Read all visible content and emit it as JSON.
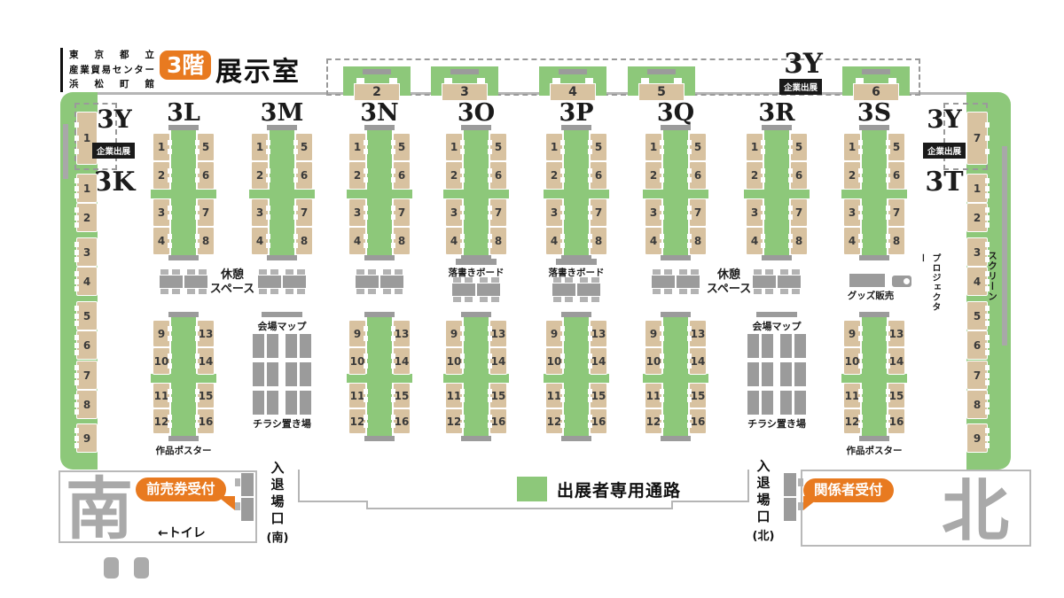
{
  "header": {
    "venue_lines": [
      "東京都立",
      "産業貿易センター",
      "浜松町館"
    ],
    "floor_badge": "3階",
    "title": "展示室"
  },
  "colors": {
    "green": "#8dc87a",
    "tan": "#d8c2a0",
    "gray": "#9b9b9b",
    "chair_gray": "#b3b3b3",
    "screen_gray": "#a8a8a8",
    "wall": "#b5b5b5",
    "orange": "#e87a20",
    "badge_black": "#1a1a1a",
    "dir_gray": "#a9a9a9"
  },
  "top_row": {
    "label": "3Y",
    "sublabel": "企業出展",
    "booths": [
      "2",
      "3",
      "4",
      "5",
      "6"
    ]
  },
  "left_wing": {
    "y_label": "3Y",
    "y_sublabel": "企業出展",
    "y_booth": "1",
    "k_label": "3K",
    "k_booths": [
      "1",
      "2",
      "3",
      "4",
      "5",
      "6",
      "7",
      "8",
      "9"
    ]
  },
  "right_wing": {
    "y_label": "3Y",
    "y_sublabel": "企業出展",
    "y_booth": "7",
    "t_label": "3T",
    "t_booths": [
      "1",
      "2",
      "3",
      "4",
      "5",
      "6",
      "7",
      "8",
      "9"
    ],
    "screen": "スクリーン"
  },
  "areas": {
    "rest": "休憩スペース",
    "board": "落書きボード",
    "map": "会場マップ",
    "flyer": "チラシ置き場",
    "goods": "グッズ販売",
    "projector": "プロジェクター"
  },
  "columns": [
    {
      "label": "3L",
      "top_booths": [
        "1",
        "2",
        "3",
        "4",
        "5",
        "6",
        "7",
        "8"
      ],
      "bottom_booths": [
        "9",
        "10",
        "11",
        "12",
        "13",
        "14",
        "15",
        "16"
      ],
      "mid": "tables",
      "bottom": "block",
      "note": "作品ポスター"
    },
    {
      "label": "3M",
      "top_booths": [
        "1",
        "2",
        "3",
        "4",
        "5",
        "6",
        "7",
        "8"
      ],
      "mid": "tables",
      "bottom": "grid"
    },
    {
      "label": "3N",
      "top_booths": [
        "1",
        "2",
        "3",
        "4",
        "5",
        "6",
        "7",
        "8"
      ],
      "bottom_booths": [
        "9",
        "10",
        "11",
        "12",
        "13",
        "14",
        "15",
        "16"
      ],
      "mid": "tables",
      "bottom": "block"
    },
    {
      "label": "3O",
      "top_booths": [
        "1",
        "2",
        "3",
        "4",
        "5",
        "6",
        "7",
        "8"
      ],
      "bottom_booths": [
        "9",
        "10",
        "11",
        "12",
        "13",
        "14",
        "15",
        "16"
      ],
      "mid": "board",
      "bottom": "block"
    },
    {
      "label": "3P",
      "top_booths": [
        "1",
        "2",
        "3",
        "4",
        "5",
        "6",
        "7",
        "8"
      ],
      "bottom_booths": [
        "9",
        "10",
        "11",
        "12",
        "13",
        "14",
        "15",
        "16"
      ],
      "mid": "board",
      "bottom": "block"
    },
    {
      "label": "3Q",
      "top_booths": [
        "1",
        "2",
        "3",
        "4",
        "5",
        "6",
        "7",
        "8"
      ],
      "bottom_booths": [
        "9",
        "10",
        "11",
        "12",
        "13",
        "14",
        "15",
        "16"
      ],
      "mid": "tables",
      "bottom": "block"
    },
    {
      "label": "3R",
      "top_booths": [
        "1",
        "2",
        "3",
        "4",
        "5",
        "6",
        "7",
        "8"
      ],
      "mid": "tables",
      "bottom": "grid"
    },
    {
      "label": "3S",
      "top_booths": [
        "1",
        "2",
        "3",
        "4",
        "5",
        "6",
        "7",
        "8"
      ],
      "bottom_booths": [
        "9",
        "10",
        "11",
        "12",
        "13",
        "14",
        "15",
        "16"
      ],
      "mid": "goods",
      "bottom": "block",
      "note": "作品ポスター"
    }
  ],
  "legend": {
    "passage": "出展者専用通路"
  },
  "south": {
    "label": "南",
    "reception": "前売券受付",
    "toilet": "←トイレ",
    "gate": "入退場口",
    "gate_dir": "(南)"
  },
  "north": {
    "label": "北",
    "reception": "関係者受付",
    "gate": "入退場口",
    "gate_dir": "(北)"
  }
}
